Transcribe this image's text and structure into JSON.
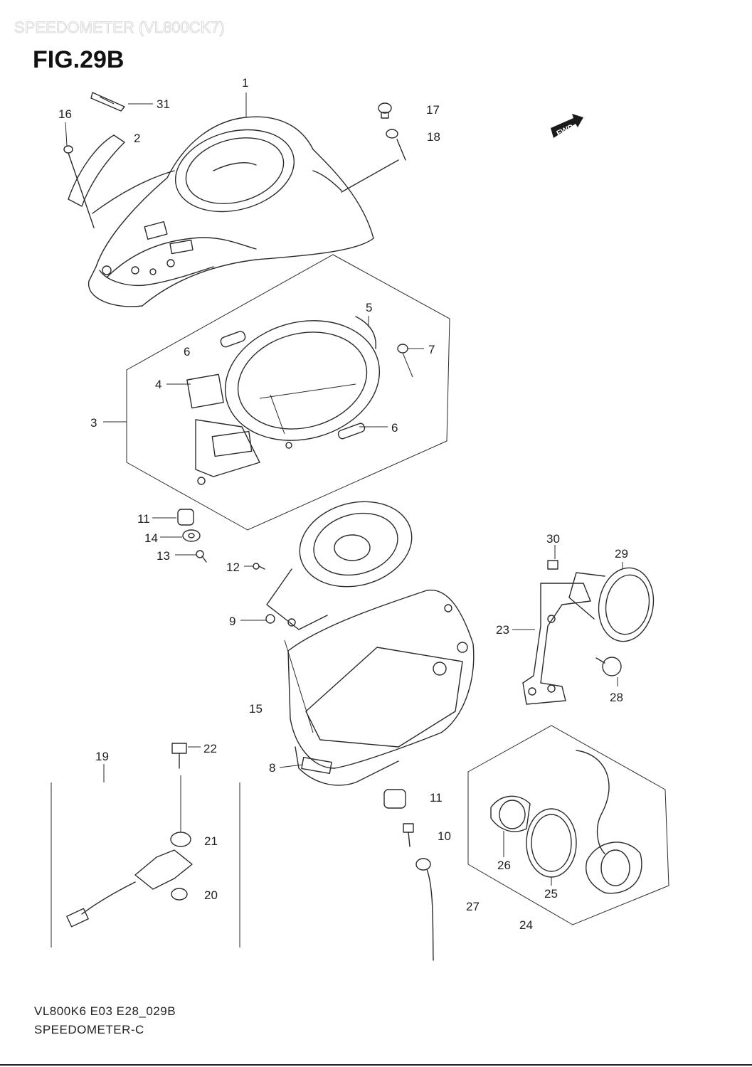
{
  "header": {
    "ghost_title": "SPEEDOMETER (VL800CK7)",
    "figure_title": "FIG.29B"
  },
  "direction_badge": "FWD",
  "callouts": {
    "c1": "1",
    "c2": "2",
    "c3": "3",
    "c4": "4",
    "c5": "5",
    "c6a": "6",
    "c6b": "6",
    "c7": "7",
    "c8": "8",
    "c9": "9",
    "c10": "10",
    "c11a": "11",
    "c11b": "11",
    "c12": "12",
    "c13": "13",
    "c14": "14",
    "c15": "15",
    "c16": "16",
    "c17": "17",
    "c18": "18",
    "c19": "19",
    "c20": "20",
    "c21": "21",
    "c22": "22",
    "c23": "23",
    "c24": "24",
    "c25": "25",
    "c26": "26",
    "c27": "27",
    "c28": "28",
    "c29": "29",
    "c30": "30",
    "c31": "31"
  },
  "footer": {
    "code": "VL800K6 E03 E28_029B",
    "caption": "SPEEDOMETER-C"
  }
}
